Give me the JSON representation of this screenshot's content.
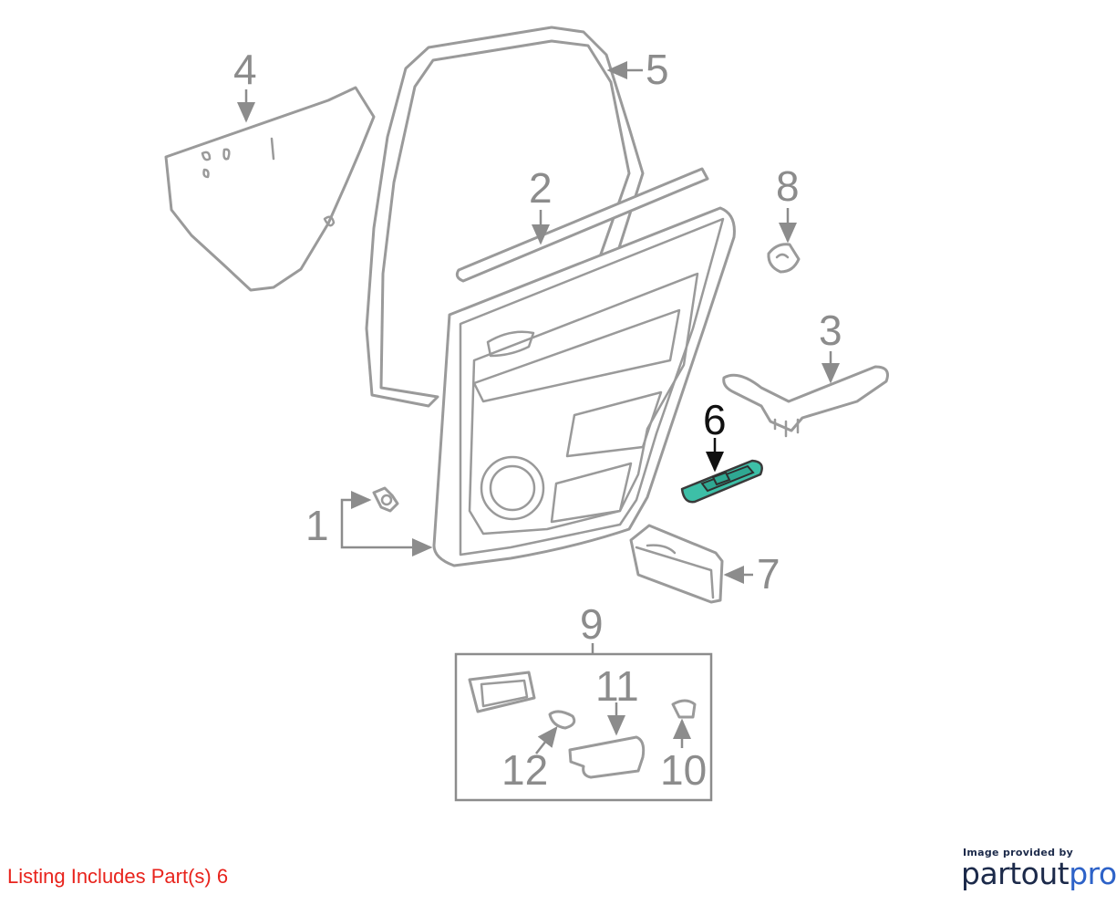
{
  "diagram": {
    "callouts": [
      "1",
      "2",
      "3",
      "4",
      "5",
      "6",
      "7",
      "8",
      "9",
      "10",
      "11",
      "12"
    ],
    "highlighted_part": "6",
    "highlight_color": "#3dbfa7"
  },
  "footer": {
    "listing_text": "Listing Includes Part(s) 6",
    "listing_color": "#e8231c",
    "credit_text": "Image provided by",
    "brand_part1": "partout",
    "brand_part2": "pro"
  }
}
